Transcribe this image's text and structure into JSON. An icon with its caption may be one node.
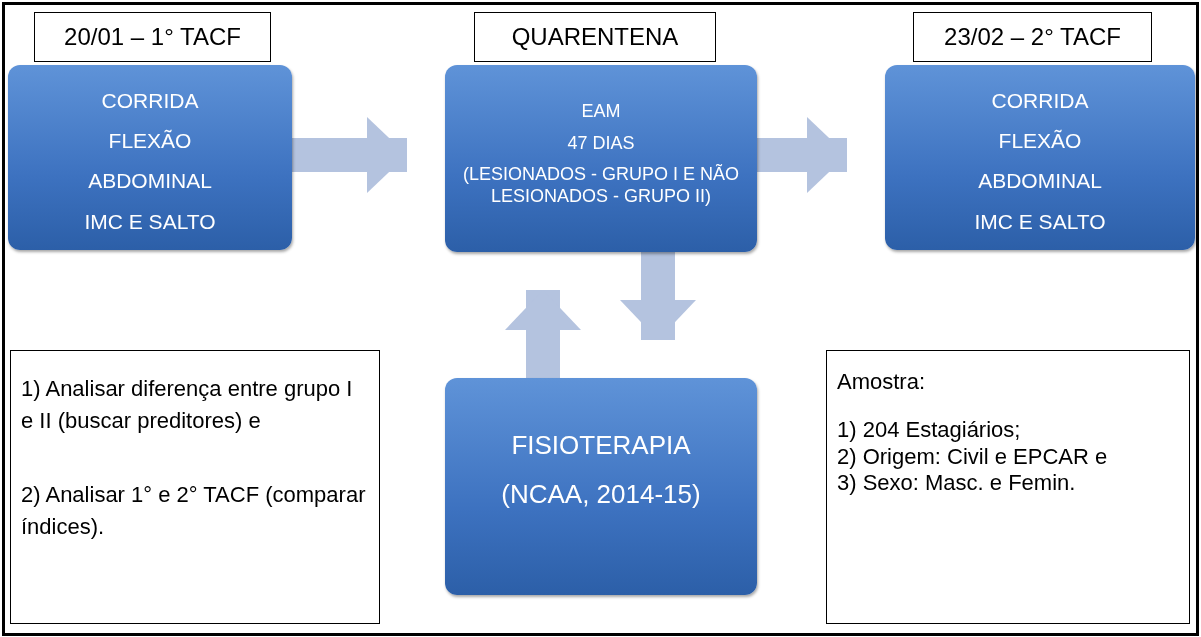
{
  "diagram": {
    "nodes": [
      {
        "text": [
          "20/01 – 1° TACF"
        ]
      },
      {
        "text": [
          "CORRIDA",
          "FLEXÃO",
          "ABDOMINAL",
          "IMC E SALTO"
        ]
      },
      {
        "text": [
          "QUARENTENA"
        ]
      },
      {
        "text": [
          "EAM",
          "47 DIAS",
          "(LESIONADOS - GRUPO I E NÃO LESIONADOS - GRUPO II)"
        ]
      },
      {
        "text": [
          "23/02 – 2° TACF"
        ]
      },
      {
        "text": [
          "CORRIDA",
          "FLEXÃO",
          "ABDOMINAL",
          "IMC E SALTO"
        ]
      },
      {
        "text": [
          "FISIOTERAPIA",
          "(NCAA, 2014-15)"
        ]
      },
      {
        "text": [
          "1) Analisar diferença entre grupo I e II (buscar preditores) e",
          "2) Analisar 1° e 2° TACF (comparar índices)."
        ]
      },
      {
        "text": [
          "Amostra:",
          "1) 204 Estagiários;",
          "2) Origem: Civil e EPCAR e",
          "3) Sexo: Masc. e Femin."
        ]
      }
    ],
    "edges": [
      {
        "from": 1,
        "to": 3,
        "arrow": "to"
      },
      {
        "from": 3,
        "to": 5,
        "arrow": "to"
      },
      {
        "from": 6,
        "to": 3,
        "arrow": "to"
      },
      {
        "from": 3,
        "to": 6,
        "arrow": "to"
      }
    ]
  }
}
